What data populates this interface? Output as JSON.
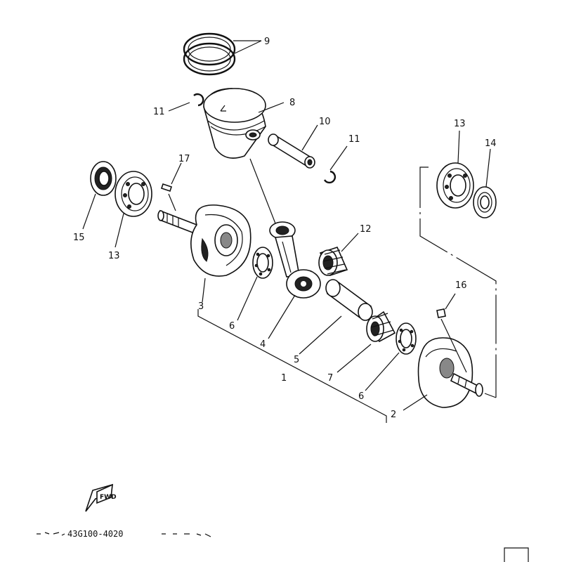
{
  "callouts": {
    "c9": "9",
    "c8": "8",
    "c11a": "11",
    "c10": "10",
    "c11b": "11",
    "c17": "17",
    "c13a": "13",
    "c14": "14",
    "c15": "15",
    "c13b": "13",
    "c12": "12",
    "c16": "16",
    "c3": "3",
    "c6a": "6",
    "c4": "4",
    "c5": "5",
    "c1": "1",
    "c7": "7",
    "c6b": "6",
    "c2": "2"
  },
  "footer": {
    "fwd_label": "FWD",
    "part_code": "43G100-4020"
  }
}
